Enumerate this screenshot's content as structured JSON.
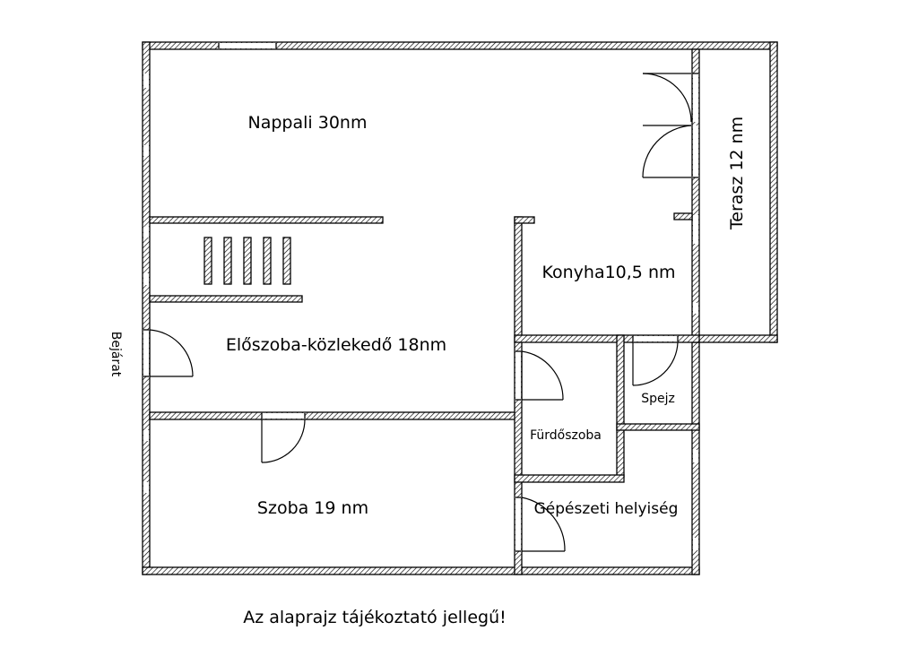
{
  "floor_plan": {
    "rooms": {
      "nappali": "Nappali 30nm",
      "terasz": "Terasz 12 nm",
      "konyha": "Konyha10,5 nm",
      "eloszoba": "Előszoba-közlekedő 18nm",
      "szoba": "Szoba 19 nm",
      "furdoszoba": "Fürdőszoba",
      "spejz": "Spejz",
      "gepeszeti": "Gépészeti helyiség"
    },
    "entrance": "Bejárat",
    "disclaimer": "Az alaprajz tájékoztató jellegű!"
  }
}
